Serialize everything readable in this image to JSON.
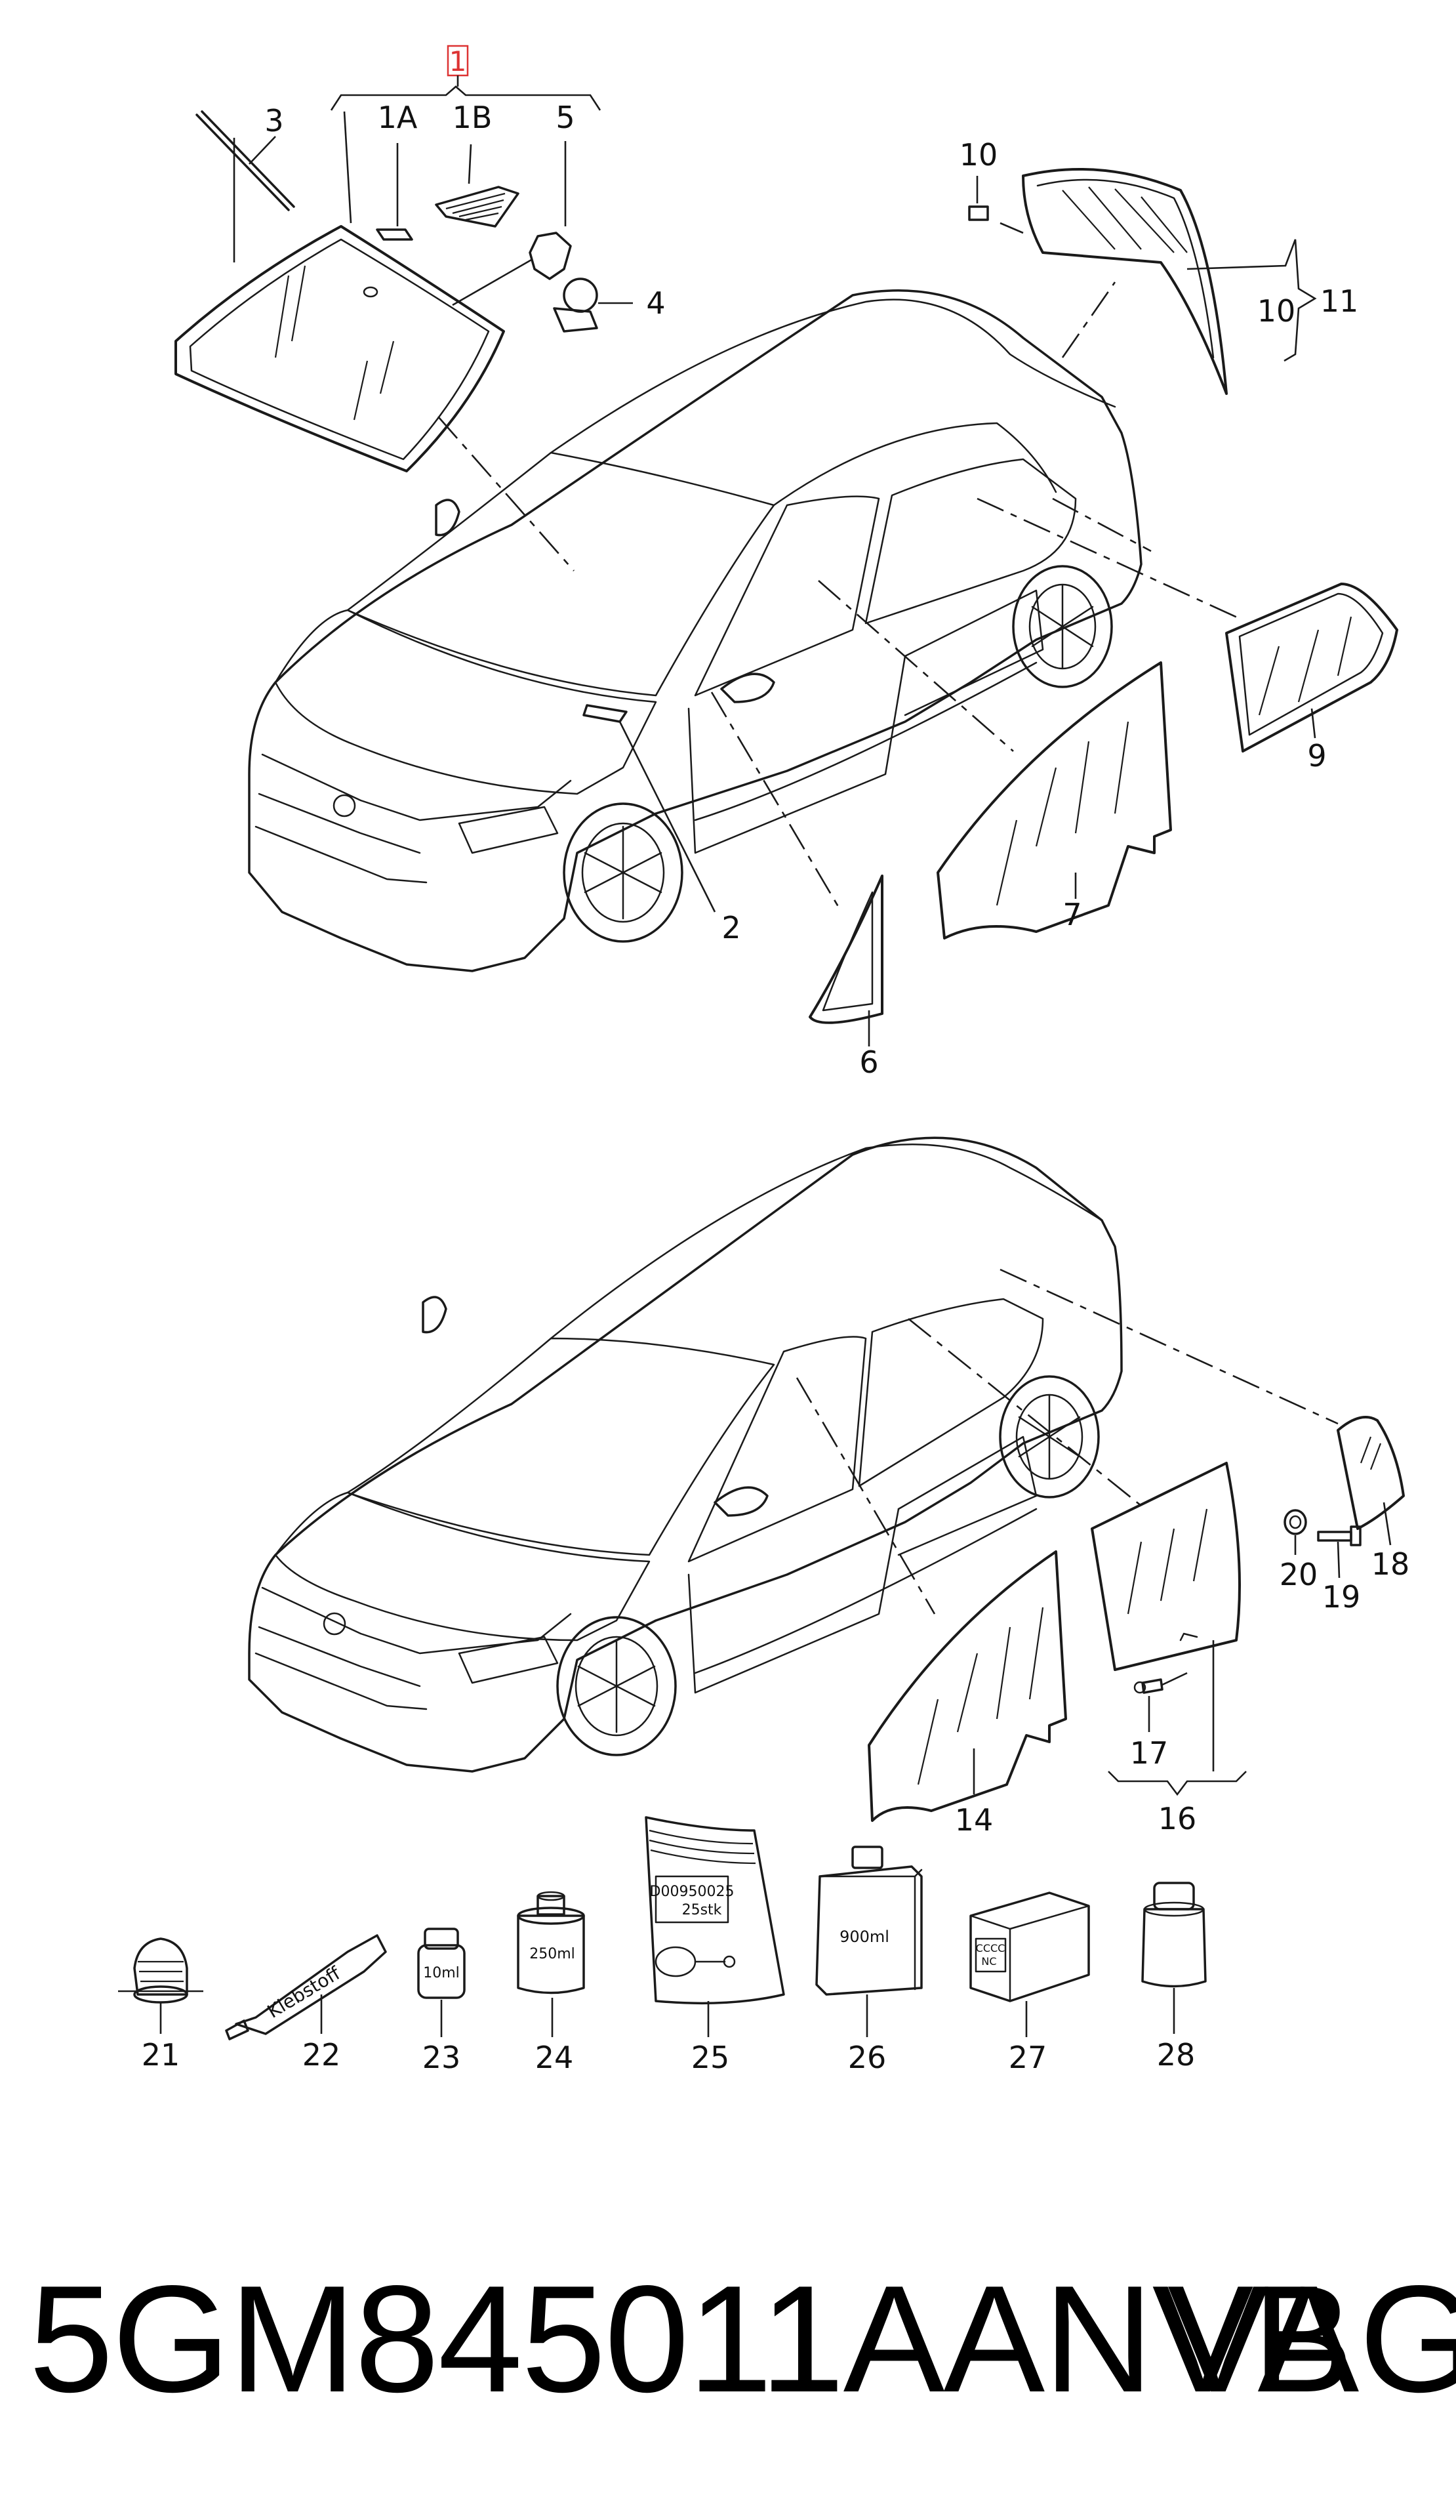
{
  "diagram": {
    "group_label": "1",
    "callouts": {
      "c1A": "1A",
      "c1B": "1B",
      "c2": "2",
      "c3": "3",
      "c4": "4",
      "c5": "5",
      "c6": "6",
      "c7": "7",
      "c9": "9",
      "c10a": "10",
      "c10b": "10",
      "c11": "11",
      "c14": "14",
      "c16": "16",
      "c17": "17",
      "c18": "18",
      "c19": "19",
      "c20": "20",
      "c21": "21",
      "c22": "22",
      "c23": "23",
      "c24": "24",
      "c25": "25",
      "c26": "26",
      "c27": "27",
      "c28": "28"
    },
    "product_labels": {
      "tube": "Klebstoff",
      "vial": "10ml",
      "can": "250ml",
      "bag_line1": "D00950025",
      "bag_line2": "25stk",
      "bottle": "900ml",
      "box_line1": "CCCC",
      "box_line2": "NC"
    }
  },
  "footer": {
    "part_number": "5GM845011AANVB",
    "brand": "VAG"
  }
}
